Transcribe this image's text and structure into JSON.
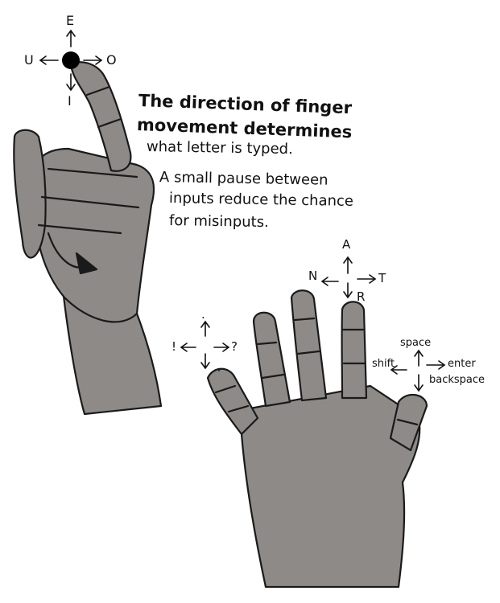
{
  "caption": {
    "line1": "The direction of finger",
    "line2": "movement determines",
    "line3": "what letter is typed.",
    "line4": "A small pause between",
    "line5": "inputs reduce the chance",
    "line6": "for misinputs."
  },
  "pointing_hand": {
    "up": "E",
    "left": "U",
    "right": "O",
    "down": "I"
  },
  "middle_finger": {
    "up": "A",
    "left": "N",
    "right": "T",
    "down": "R"
  },
  "pinky": {
    "up": ".",
    "left": "!",
    "right": "?",
    "down": ","
  },
  "thumb": {
    "up": "space",
    "left": "shift",
    "right": "enter",
    "down": "backspace"
  },
  "colors": {
    "skin": "#8e8a87",
    "outline": "#1a1a1a",
    "background": "#ffffff"
  }
}
